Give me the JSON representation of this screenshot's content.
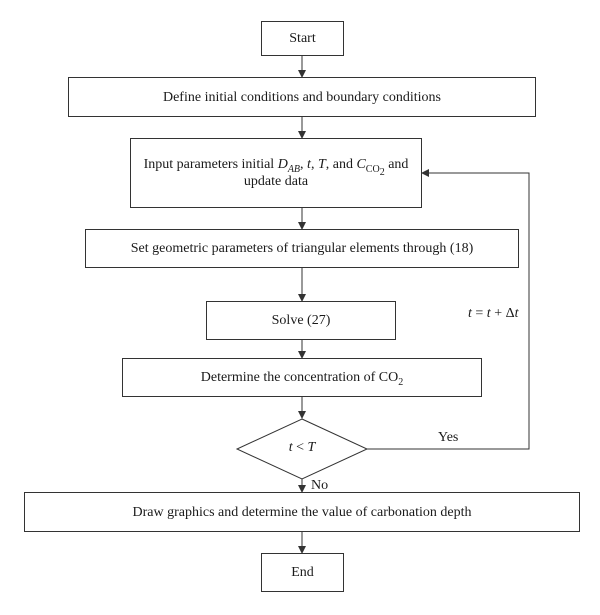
{
  "flowchart": {
    "start": "Start",
    "define_conditions": "Define initial conditions and boundary conditions",
    "input_params": {
      "prefix": "Input parameters initial ",
      "d": "D",
      "d_sub": "AB",
      "sep1": ", ",
      "t": "t",
      "sep2": ", ",
      "T": "T",
      "sep3": ", and ",
      "c": "C",
      "c_sub": "CO",
      "c_sub2": "2",
      "suffix": " and",
      "line2": "update data"
    },
    "geometric": "Set geometric parameters of triangular elements through (18)",
    "solve": "Solve (27)",
    "concentration": {
      "text": "Determine the concentration of CO",
      "sub": "2"
    },
    "decision": {
      "t": "t",
      "op": " < ",
      "T": "T"
    },
    "yes_label": "Yes",
    "no_label": "No",
    "loop_label": {
      "t": "t",
      "eq": " = ",
      "t2": "t",
      "plus": " + ",
      "delta": "Δ",
      "t3": "t"
    },
    "draw": "Draw graphics and determine the value of carbonation depth",
    "end": "End"
  }
}
